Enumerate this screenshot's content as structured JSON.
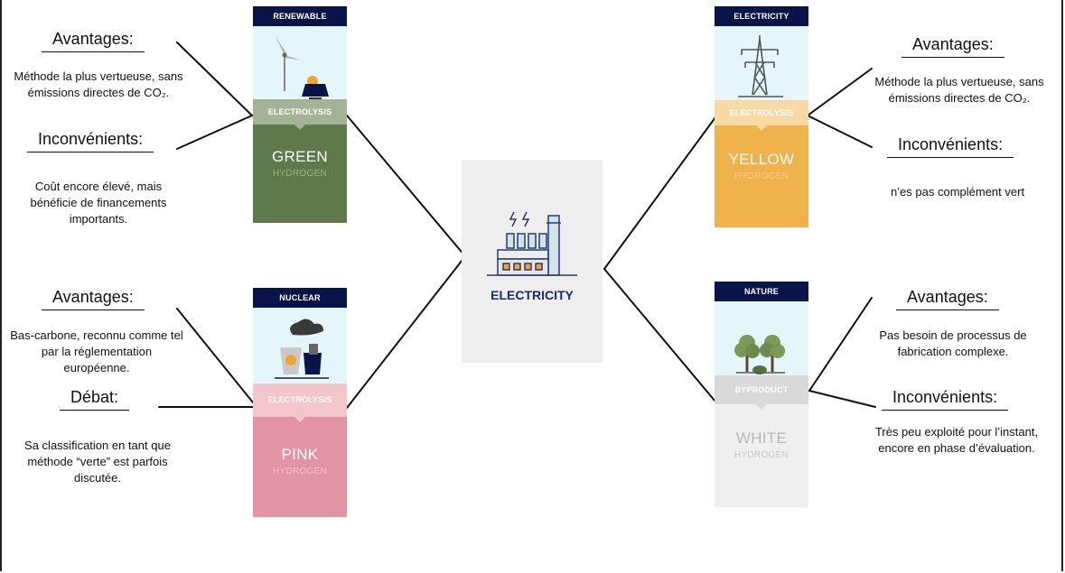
{
  "center": {
    "label": "ELECTRICITY",
    "icon": "factory-icon"
  },
  "cards": {
    "green": {
      "header": "RENEWABLE",
      "process": "ELECTROLYSIS",
      "title": "GREEN",
      "subtitle": "HYDROGEN",
      "icon": "wind-solar-icon",
      "color": "#5f7a4a"
    },
    "pink": {
      "header": "NUCLEAR",
      "process": "ELECTROLYSIS",
      "title": "PINK",
      "subtitle": "HYDROGEN",
      "icon": "nuclear-plant-icon",
      "color": "#e394a4"
    },
    "yellow": {
      "header": "ELECTRICITY",
      "process": "ELECTROLYSIS",
      "title": "YELLOW",
      "subtitle": "HYDROGEN",
      "icon": "power-pylon-icon",
      "color": "#f0b24c"
    },
    "white": {
      "header": "NATURE",
      "process": "BYPRODUCT",
      "title": "WHITE",
      "subtitle": "HYDROGEN",
      "icon": "trees-icon",
      "color": "#e6e6e6"
    }
  },
  "notes": {
    "green": {
      "pros_heading": "Avantages:",
      "pros_text": "Méthode la plus vertueuse, sans émissions directes de CO₂.",
      "cons_heading": "Inconvénients:",
      "cons_text": "Coût encore élevé, mais bénéficie de financements importants."
    },
    "pink": {
      "pros_heading": "Avantages:",
      "pros_text": "Bas-carbone, reconnu comme tel par la réglementation européenne.",
      "cons_heading": "Débat:",
      "cons_text": "Sa classification en tant que méthode “verte” est parfois discutée."
    },
    "yellow": {
      "pros_heading": "Avantages:",
      "pros_text": "Méthode la plus vertueuse, sans émissions directes de CO₂.",
      "cons_heading": "Inconvénients:",
      "cons_text": "n’es pas complément vert"
    },
    "white": {
      "pros_heading": "Avantages:",
      "pros_text": "Pas besoin de processus de fabrication complexe.",
      "cons_heading": "Inconvénients:",
      "cons_text": "Très peu exploité pour l’instant, encore en phase d’évaluation."
    }
  }
}
